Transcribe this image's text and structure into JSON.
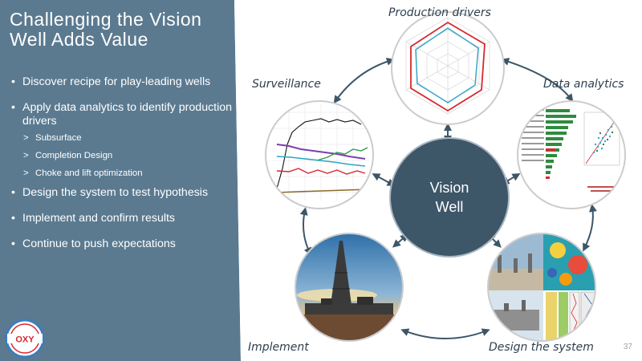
{
  "slide": {
    "title": "Challenging the Vision Well Adds Value",
    "page_number": "37"
  },
  "bullets": [
    {
      "text": "Discover recipe for play-leading wells"
    },
    {
      "text": "Apply data analytics to identify production drivers",
      "subitems": [
        "Subsurface",
        "Completion Design",
        "Choke and lift optimization"
      ]
    },
    {
      "text": "Design the system to test hypothesis"
    },
    {
      "text": "Implement and confirm results"
    },
    {
      "text": "Continue to push expectations"
    }
  ],
  "sub_marker": ">",
  "logo": {
    "text": "OXY",
    "colors": {
      "ring": "#3b7dbd",
      "red": "#d7282f"
    }
  },
  "diagram": {
    "center": {
      "line1": "Vision",
      "line2": "Well",
      "color": "#3d5668"
    },
    "nodes": [
      {
        "label": "Production drivers",
        "image": "radar-chart"
      },
      {
        "label": "Data analytics",
        "image": "bar-and-scatter-chart"
      },
      {
        "label": "Design the system",
        "image": "facility-and-log-collage"
      },
      {
        "label": "Implement",
        "image": "drilling-rig-photo"
      },
      {
        "label": "Surveillance",
        "image": "production-plot"
      }
    ]
  },
  "colors": {
    "panel": "#5b7a90",
    "panel_dark": "#4d687c",
    "arrow": "#3d5668",
    "ring": "#cccccc"
  }
}
